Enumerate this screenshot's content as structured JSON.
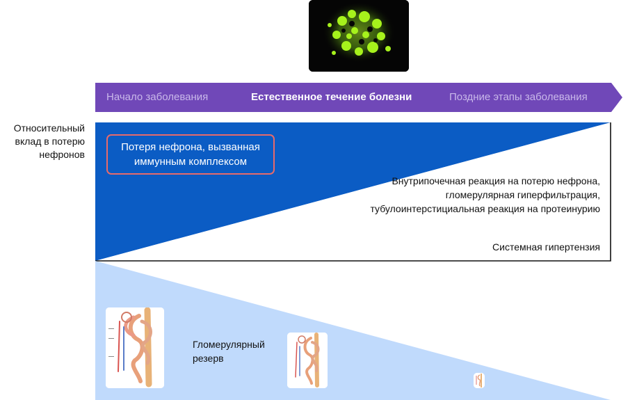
{
  "banner": {
    "stage_early": "Начало заболевания",
    "stage_natural": "Естественное течение болезни",
    "stage_late": "Поздние этапы заболевания",
    "color": "#7048b8"
  },
  "y_axis_label": "Относительный вклад в потерю нефронов",
  "immune_loss_label": "Потеря нефрона, вызванная иммунным комплексом",
  "adaptive_response_label": "Внутрипочечная реакция на потерю нефрона, гломерулярная гиперфильтрация, тубулоинтерстициальная реакция на протеинурию",
  "hypertension_label": "Системная гипертензия",
  "glomerular_reserve_label": "Гломерулярный резерв",
  "colors": {
    "immune_region": "#0b5cc4",
    "adaptive_region": "#ffffff",
    "reserve_region": "#c0dafc",
    "highlight_border": "#e86a6a"
  },
  "icons": {
    "micrograph": "glomerulus-immunofluorescence-image",
    "nephron": "nephron-illustration"
  }
}
